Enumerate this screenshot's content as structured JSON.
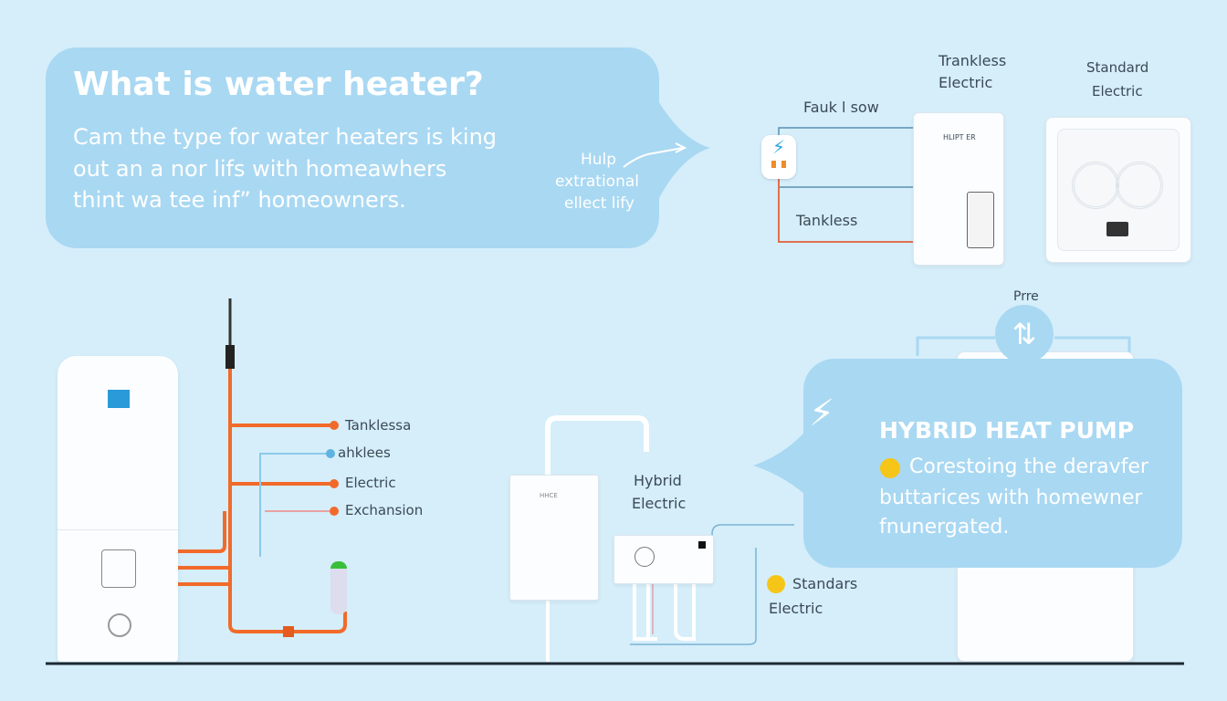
{
  "intro": {
    "title": "What is water heater?",
    "lines": [
      "Cam the type for water heaters is king",
      "out an a nor lifs with homeawhers",
      "thint wa tee inf” homeowners."
    ],
    "side_label": [
      "Hulp",
      "extrational",
      "ellect lify"
    ]
  },
  "top_diagram": {
    "label_top": "Fauk l sow",
    "label_bottom": "Tankless",
    "unit_brand": "HLIPT ER",
    "tankless_title": [
      "Trankless",
      "Electric"
    ],
    "standard_title": [
      "Standard",
      "Electric"
    ]
  },
  "tank_legend": [
    "Tanklessa",
    "ahklees",
    "Electric",
    "Exchansion"
  ],
  "hybrid": {
    "label": [
      "Hybrid",
      "Electric"
    ],
    "unit_label": "HHCE",
    "standard_label": [
      "Standars",
      "Electric"
    ]
  },
  "heat_pump": {
    "top_label": "Prre",
    "title": "HYBRID HEAT PUMP",
    "lines": [
      "Corestoing the deravfer",
      "buttarices with homewner",
      "fnunergated."
    ]
  },
  "colors": {
    "background": "#d5eefa",
    "bubble": "#a9d8f2",
    "pipe": "#f26a2a",
    "accent_yellow": "#f5c518"
  }
}
